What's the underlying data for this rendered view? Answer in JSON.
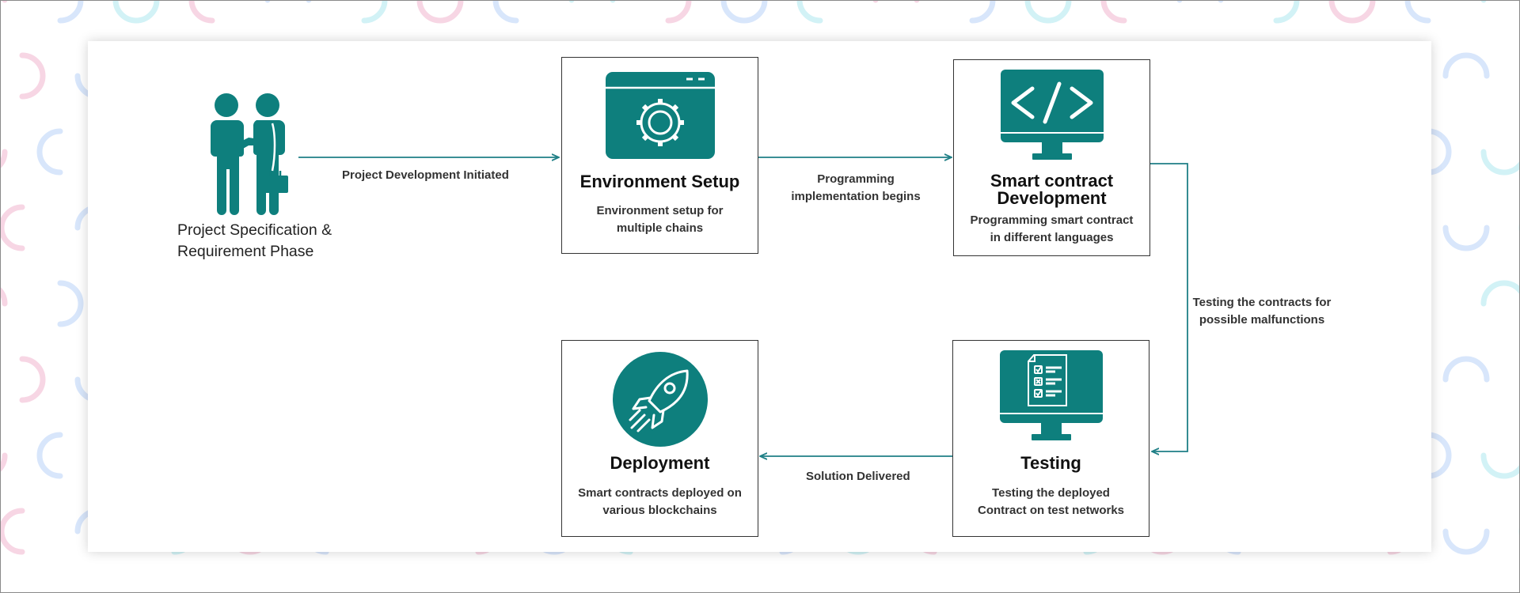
{
  "start": {
    "icon": "handshake-people-icon",
    "label_line1": "Project Specification &",
    "label_line2": "Requirement Phase"
  },
  "steps": {
    "environment": {
      "icon": "browser-gear-icon",
      "title": "Environment Setup",
      "desc_line1": "Environment setup for",
      "desc_line2": "multiple chains"
    },
    "development": {
      "icon": "monitor-code-icon",
      "title_line1": "Smart contract",
      "title_line2": "Development",
      "desc_line1": "Programming smart contract",
      "desc_line2": "in different languages"
    },
    "testing": {
      "icon": "monitor-checklist-icon",
      "title": "Testing",
      "desc_line1": "Testing the deployed",
      "desc_line2": "Contract on test networks"
    },
    "deployment": {
      "icon": "rocket-icon",
      "title": "Deployment",
      "desc_line1": "Smart contracts deployed on",
      "desc_line2": "various blockchains"
    }
  },
  "edges": {
    "initiated": "Project Development Initiated",
    "programming_line1": "Programming",
    "programming_line2": "implementation begins",
    "testing_line1": "Testing the contracts for",
    "testing_line2": "possible malfunctions",
    "delivered": "Solution Delivered"
  },
  "colors": {
    "accent": "#0e7f7d",
    "connector": "#1f7f86"
  }
}
